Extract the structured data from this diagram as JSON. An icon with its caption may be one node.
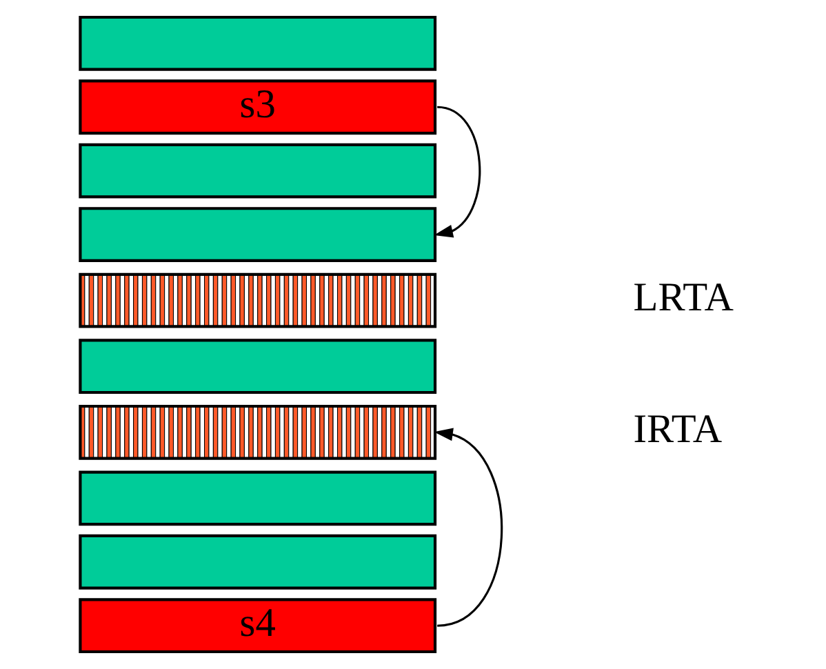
{
  "diagram": {
    "nodes": [
      {
        "text": [],
        "shape": "bar"
      },
      {
        "text": [
          "s3"
        ]
      },
      {
        "text": [],
        "shape": "bar"
      },
      {
        "text": [],
        "shape": "bar"
      },
      {
        "text": [],
        "shape": "bar"
      },
      {
        "text": [],
        "shape": "bar"
      },
      {
        "text": [],
        "shape": "bar"
      },
      {
        "text": [],
        "shape": "bar"
      },
      {
        "text": [],
        "shape": "bar"
      },
      {
        "text": [
          "s4"
        ]
      }
    ],
    "edges": [
      {
        "from": 1,
        "to": 3,
        "arrow": "to"
      },
      {
        "from": 9,
        "to": 6,
        "arrow": "to"
      }
    ],
    "labels": [
      "LRTA",
      "IRTA"
    ]
  }
}
